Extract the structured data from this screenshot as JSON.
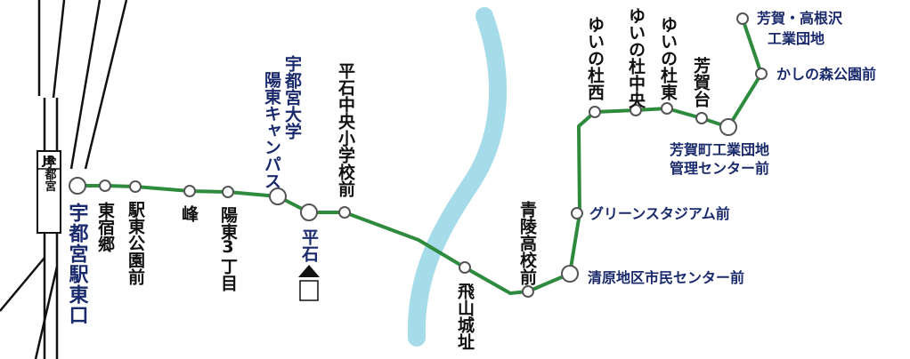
{
  "colors": {
    "route_line": "#2e8b3e",
    "river": "#a6dcea",
    "rail": "#111111",
    "stop_fill": "#ffffff",
    "stop_stroke": "#555555",
    "label_dark": "#111111",
    "label_navy": "#1a2a6c"
  },
  "jr_station": {
    "operator": "JR",
    "name": "宇都宮"
  },
  "icons": {
    "current_location": "triangle-house-icon"
  },
  "stops": [
    {
      "id": "utsunomiya-east",
      "label": "宇都宮駅東口",
      "major": true
    },
    {
      "id": "higashijuku",
      "label": "東宿郷",
      "major": false
    },
    {
      "id": "eki-higashi-koen",
      "label": "駅東公園前",
      "major": false
    },
    {
      "id": "mine",
      "label": "峰",
      "major": false
    },
    {
      "id": "youtou-3",
      "label": "陽東3丁目",
      "major": false
    },
    {
      "id": "univ-campus",
      "label": "宇都宮大学陽東キャンパス",
      "major": true
    },
    {
      "id": "hiraishi",
      "label": "平石",
      "major": true
    },
    {
      "id": "hiraishi-school",
      "label": "平石中央小学校前",
      "major": false
    },
    {
      "id": "tobiyama",
      "label": "飛山城址",
      "major": false
    },
    {
      "id": "seiryo-hs",
      "label": "青陵高校前",
      "major": false
    },
    {
      "id": "kiyohara",
      "label": "清原地区市民センター前",
      "major": true
    },
    {
      "id": "green-stadium",
      "label": "グリーンスタジアム前",
      "major": false
    },
    {
      "id": "yuinomori-west",
      "label": "ゆいの杜西",
      "major": false
    },
    {
      "id": "yuinomori-center",
      "label": "ゆいの杜中央",
      "major": false
    },
    {
      "id": "yuinomori-east",
      "label": "ゆいの杜東",
      "major": false
    },
    {
      "id": "hagadai",
      "label": "芳賀台",
      "major": false
    },
    {
      "id": "haga-industrial",
      "label": "芳賀町工業団地管理センター前",
      "major": true
    },
    {
      "id": "kashinomori",
      "label": "かしの森公園前",
      "major": false
    },
    {
      "id": "haga-takanezawa",
      "label": "芳賀・高根沢工業団地",
      "major": false
    }
  ],
  "labels": {
    "utsunomiya_east": "宇都宮駅東口",
    "higashijuku": "東宿郷",
    "eki_higashi_koen": "駅東公園前",
    "mine": "峰",
    "youtou_3_a": "陽東",
    "youtou_3_b": "3",
    "youtou_3_c": "丁目",
    "univ_line1": "宇都宮大学",
    "univ_line2": "陽東キャンパス",
    "hiraishi": "平石",
    "hiraishi_school": "平石中央小学校前",
    "tobiyama": "飛山城址",
    "seiryo_hs": "青陵高校前",
    "kiyohara": "清原地区市民センター前",
    "green_stadium": "グリーンスタジアム前",
    "yuinomori_west": "ゆいの杜西",
    "yuinomori_center": "ゆいの杜中央",
    "yuinomori_east": "ゆいの杜東",
    "hagadai": "芳賀台",
    "haga_industrial_line1": "芳賀町工業団地",
    "haga_industrial_line2": "管理センター前",
    "kashinomori": "かしの森公園前",
    "haga_takanezawa_line1": "芳賀・高根沢",
    "haga_takanezawa_line2": "工業団地"
  }
}
